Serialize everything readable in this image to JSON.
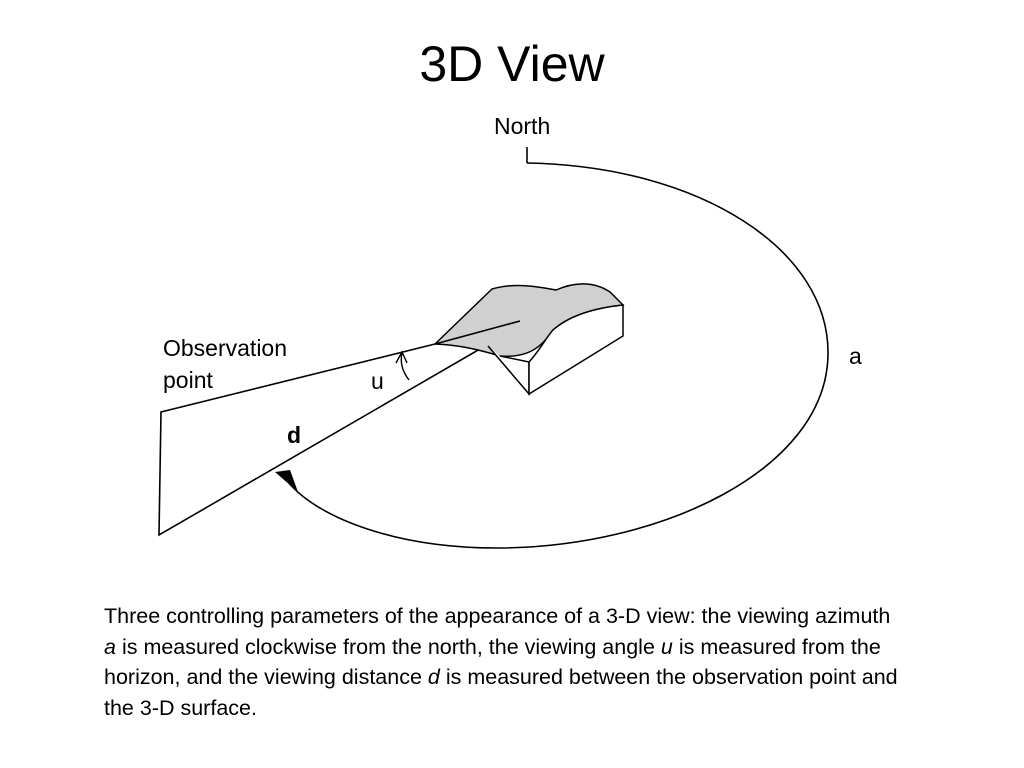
{
  "slide": {
    "title": "3D View"
  },
  "diagram": {
    "labels": {
      "north": "North",
      "observation_line1": "Observation",
      "observation_line2": "point",
      "angle": "u",
      "distance": "d",
      "azimuth": "a"
    }
  },
  "caption": {
    "part1": "Three controlling parameters of the appearance of a 3-D view: the viewing azimuth ",
    "var_a": "a",
    "part2": " is measured clockwise from the north, the viewing angle ",
    "var_u": "u",
    "part3": " is measured from the horizon, and the viewing distance ",
    "var_d": "d",
    "part4": " is measured between the observation point and the 3-D surface."
  },
  "colors": {
    "surface_fill": "#d0d0d0",
    "line": "#000000",
    "background": "#ffffff"
  }
}
